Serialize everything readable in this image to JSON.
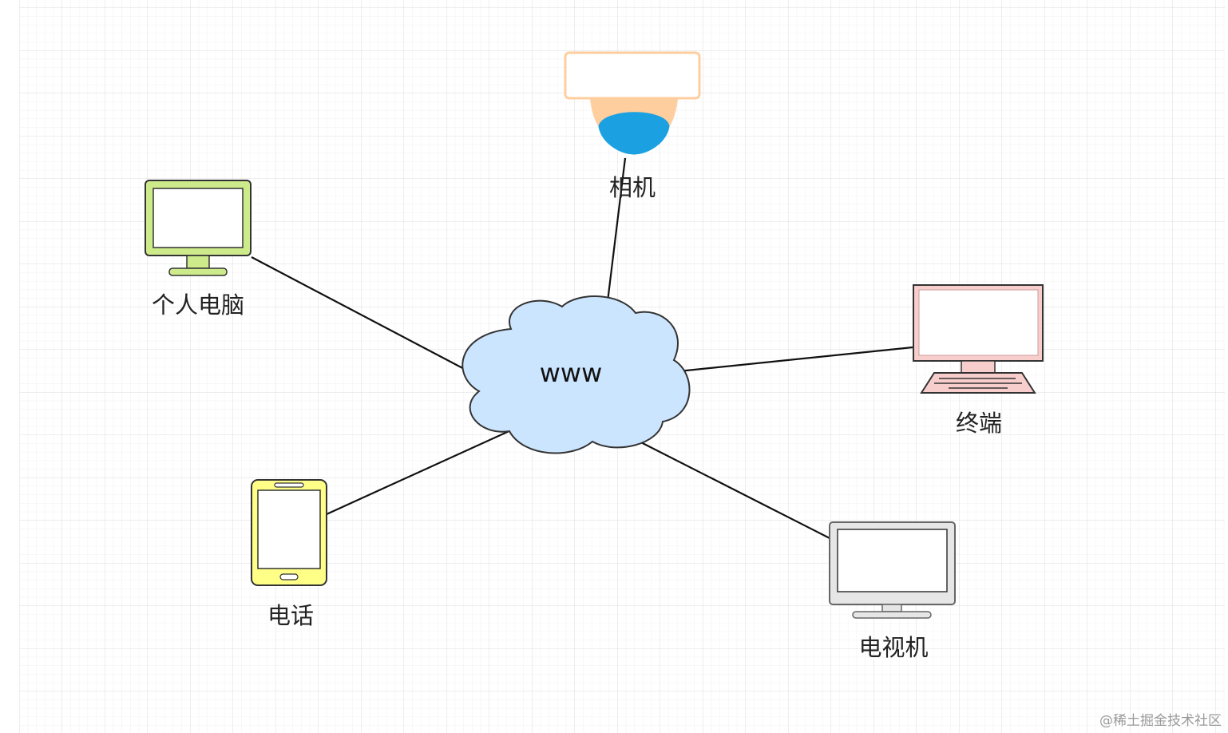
{
  "diagram": {
    "center": {
      "label": "www"
    },
    "nodes": {
      "camera": {
        "label": "相机"
      },
      "pc": {
        "label": "个人电脑"
      },
      "terminal": {
        "label": "终端"
      },
      "phone": {
        "label": "电话"
      },
      "tv": {
        "label": "电视机"
      }
    }
  },
  "watermark": "@稀土掘金技术社区",
  "colors": {
    "camera_body": "#FFCE9F",
    "camera_lens": "#1BA1E2",
    "pc_frame": "#CDEB8B",
    "terminal_frame": "#F8CECC",
    "phone_frame": "#FFFF88",
    "tv_frame": "#E6E6E6",
    "cloud_fill": "#CCE5FF"
  }
}
